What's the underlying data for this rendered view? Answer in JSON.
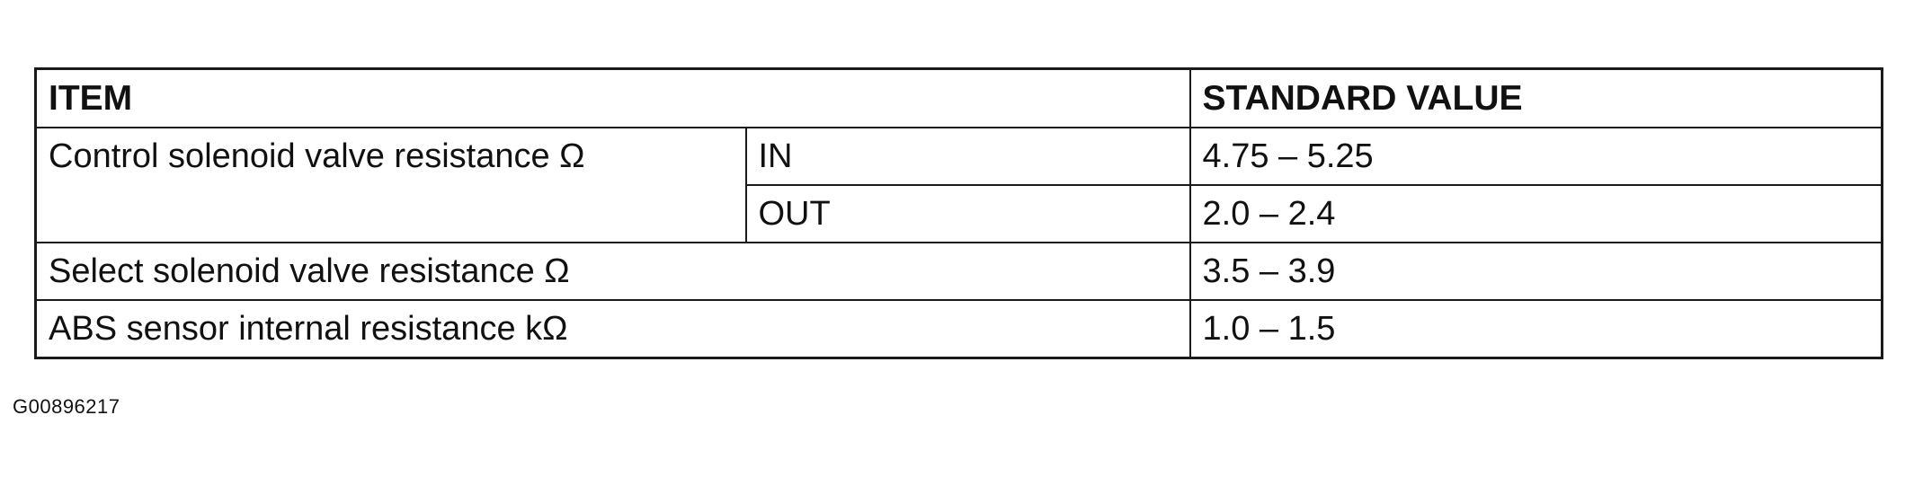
{
  "table": {
    "header": {
      "item": "ITEM",
      "standard_value": "STANDARD VALUE"
    },
    "rows": [
      {
        "item": "Control solenoid valve resistance Ω",
        "sub_rows": [
          {
            "sub_item": "IN",
            "value": "4.75 – 5.25"
          },
          {
            "sub_item": "OUT",
            "value": "2.0 – 2.4"
          }
        ]
      },
      {
        "item": "Select solenoid valve resistance Ω",
        "value": "3.5 – 3.9"
      },
      {
        "item": "ABS sensor internal resistance kΩ",
        "value": "1.0 – 1.5"
      }
    ]
  },
  "figure_code": "G00896217"
}
